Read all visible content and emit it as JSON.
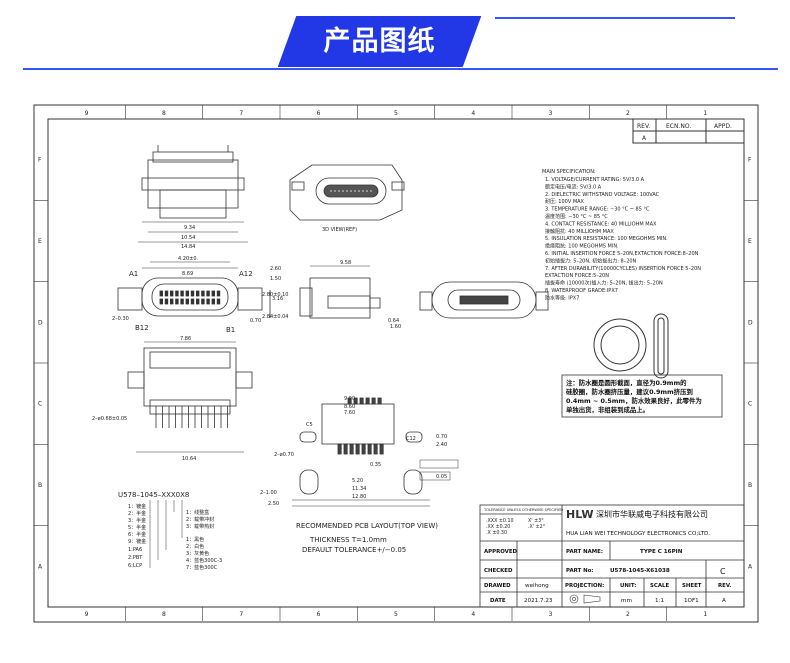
{
  "header": {
    "title": "产品图纸",
    "accent_color": "#2237e6"
  },
  "frame": {
    "columns": [
      "9",
      "8",
      "7",
      "6",
      "5",
      "4",
      "3",
      "2",
      "1"
    ],
    "rows": [
      "F",
      "E",
      "D",
      "C",
      "B",
      "A"
    ]
  },
  "revision": {
    "headers": [
      "REV.",
      "ECN.NO.",
      "APPD."
    ],
    "rev": "A"
  },
  "views": {
    "front_dims": [
      "9.34",
      "10.54",
      "14.84"
    ],
    "label_3d": "3D VIEW(REF)",
    "top_dims": {
      "a": "4.20±0.",
      "b": "8.69",
      "c": "2–0.30",
      "d": "2.80±0.10",
      "e": "0.70",
      "f": "2.84±0.04"
    },
    "pins": {
      "a1": "A1",
      "a12": "A12",
      "b12": "B12",
      "b1": "B1"
    },
    "side_dims": {
      "a": "2.60",
      "b": "1.50",
      "c": "9.58",
      "d": "3.16",
      "e": "0.64",
      "f": "1.60"
    },
    "bottom_dims": {
      "a": "7.86",
      "b": "2–ø0.68±0.05",
      "c": "10.64"
    },
    "pcb_dims": [
      "9.90",
      "8.60",
      "7.60",
      "C5",
      "C12",
      "2–ø0.70",
      "0.70",
      "2.40",
      "0.35",
      "5.20",
      "11.34",
      "12.80",
      "2–1.00",
      "2.50",
      "0.05"
    ],
    "pcb_label": "RECOMMENDED PCB LAYOUT(TOP VIEW)",
    "thickness": "THICKNESS T=1.0mm",
    "tolerance": "DEFAULT TOLERANCE+/−0.05"
  },
  "specs": {
    "heading": "MAIN SPECIFICATION:",
    "lines": [
      "1. VOLTAGE/CURRENT RATING: 5V/3.0 A",
      "   额定电压/电流: 5V/3.0 A",
      "2. DIELECTRIC WITHSTAND VOLTAGE: 100VAC",
      "   耐压: 100V MAX",
      "3. TEMPERATURE RANGE: −30 °C ~ 85 °C",
      "   温度范围: −30 °C ~ 85 °C",
      "4. CONTACT RESISTANCE: 40 MILLIOHM MAX",
      "   接触阻抗: 40 MILLIOHM MAX",
      "5. INSULATION RESISTANCE: 100 MEGOHMS MIN.",
      "   绝缘阻抗: 100 MEGOHMS MIN.",
      "6. INITIAL INSERTION FORCE 5–20N,EXTACTION FORCE:8–20N",
      "   初始插拔力: 5–20N, 初始拔出力: 8–20N",
      "7. AFTER DURABILITY(10000CYCLES) INSERTION FORCE 5–20N",
      "   EXTACTION FORCE:5–20N",
      "   插拔寿命 (10000次)插入力: 5–20N, 拔出力: 5–20N",
      "8. WATERPROOF GRADE:IPX7",
      "   防水等级: IPX7"
    ],
    "note": [
      "注：防水圈是圆形截面，直径为0.9mm的",
      "硅胶圈，防水圈挤压量，建议0.9mm挤压到",
      "0.4mm ~ 0.5mm，防水效果良好，此零件为",
      "单独出货，非组装到成品上。"
    ]
  },
  "part_code": {
    "code": "U578–1045–XXX0X8",
    "options": [
      "1：镀金",
      "2：半金",
      "3：半金",
      "5：半金",
      "6：半金",
      "9：镀金"
    ],
    "colors": [
      "1:PA6",
      "2:PBT",
      "6:LCP"
    ],
    "shapes": [
      "1：线整盒",
      "2：载带冲封",
      "3：载带热封"
    ],
    "color_opts": [
      "1：黑色",
      "2：白色",
      "3：灰黄色",
      "4：蓝色300C-3",
      "7：蓝色300C"
    ]
  },
  "title_block": {
    "tolerance_title": "TOLERANCE UNLESS OTHERWISE SPECIFIED",
    "tol_rows": [
      [
        ".XXX ±0.10",
        "X' ±3°"
      ],
      [
        ".XX ±0.20",
        ".X' ±2°"
      ],
      [
        ".X ±0.30",
        ""
      ]
    ],
    "logo": "HLW",
    "company_cn": "深圳市华联威电子科技有限公司",
    "company_en": "HUA LIAN WEI TECHNOLOGY ELECTRONICS CO;LTD.",
    "approved": "APPROVED",
    "checked": "CHECKED",
    "drawed": "DRAWED",
    "date_label": "DATE",
    "drawer": "weihong",
    "date": "2021.7.23",
    "part_name_label": "PART NAME:",
    "part_name": "TYPE C 16PIN",
    "part_no_label": "PART No:",
    "part_no": "U578-1045-X61038",
    "rev_cell": "C",
    "projection": "PROJECTION:",
    "unit_label": "UNIT:",
    "scale_label": "SCALE",
    "sheet_label": "SHEET",
    "rev_label": "REV.",
    "unit": "mm",
    "scale": "1:1",
    "sheet": "1OF1",
    "rev": "A"
  }
}
